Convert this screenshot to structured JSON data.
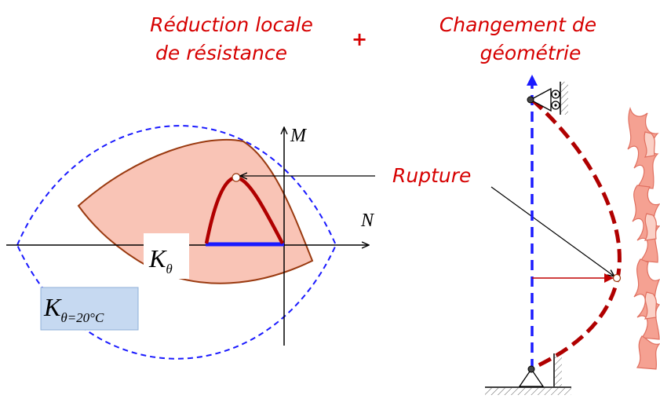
{
  "titles": {
    "left_line1": "Réduction locale",
    "left_line2": "de résistance",
    "plus": "+",
    "right_line1": "Changement de",
    "right_line2": "géométrie"
  },
  "interaction_diagram": {
    "axis_m": "M",
    "axis_n": "N",
    "k_theta_main": "K",
    "k_theta_sub": "θ",
    "k_ref_main": "K",
    "k_ref_sub": "θ=20°C"
  },
  "column": {
    "rupture_label": "Rupture"
  },
  "colors": {
    "title_red": "#d60000",
    "curve_dark_red": "#b00000",
    "blue": "#1a1aff",
    "reduced_fill": "#f9c4b6",
    "reduced_stroke": "#9a3a10",
    "ref_box_fill": "#c6d9f1",
    "flame": "#f08878"
  }
}
